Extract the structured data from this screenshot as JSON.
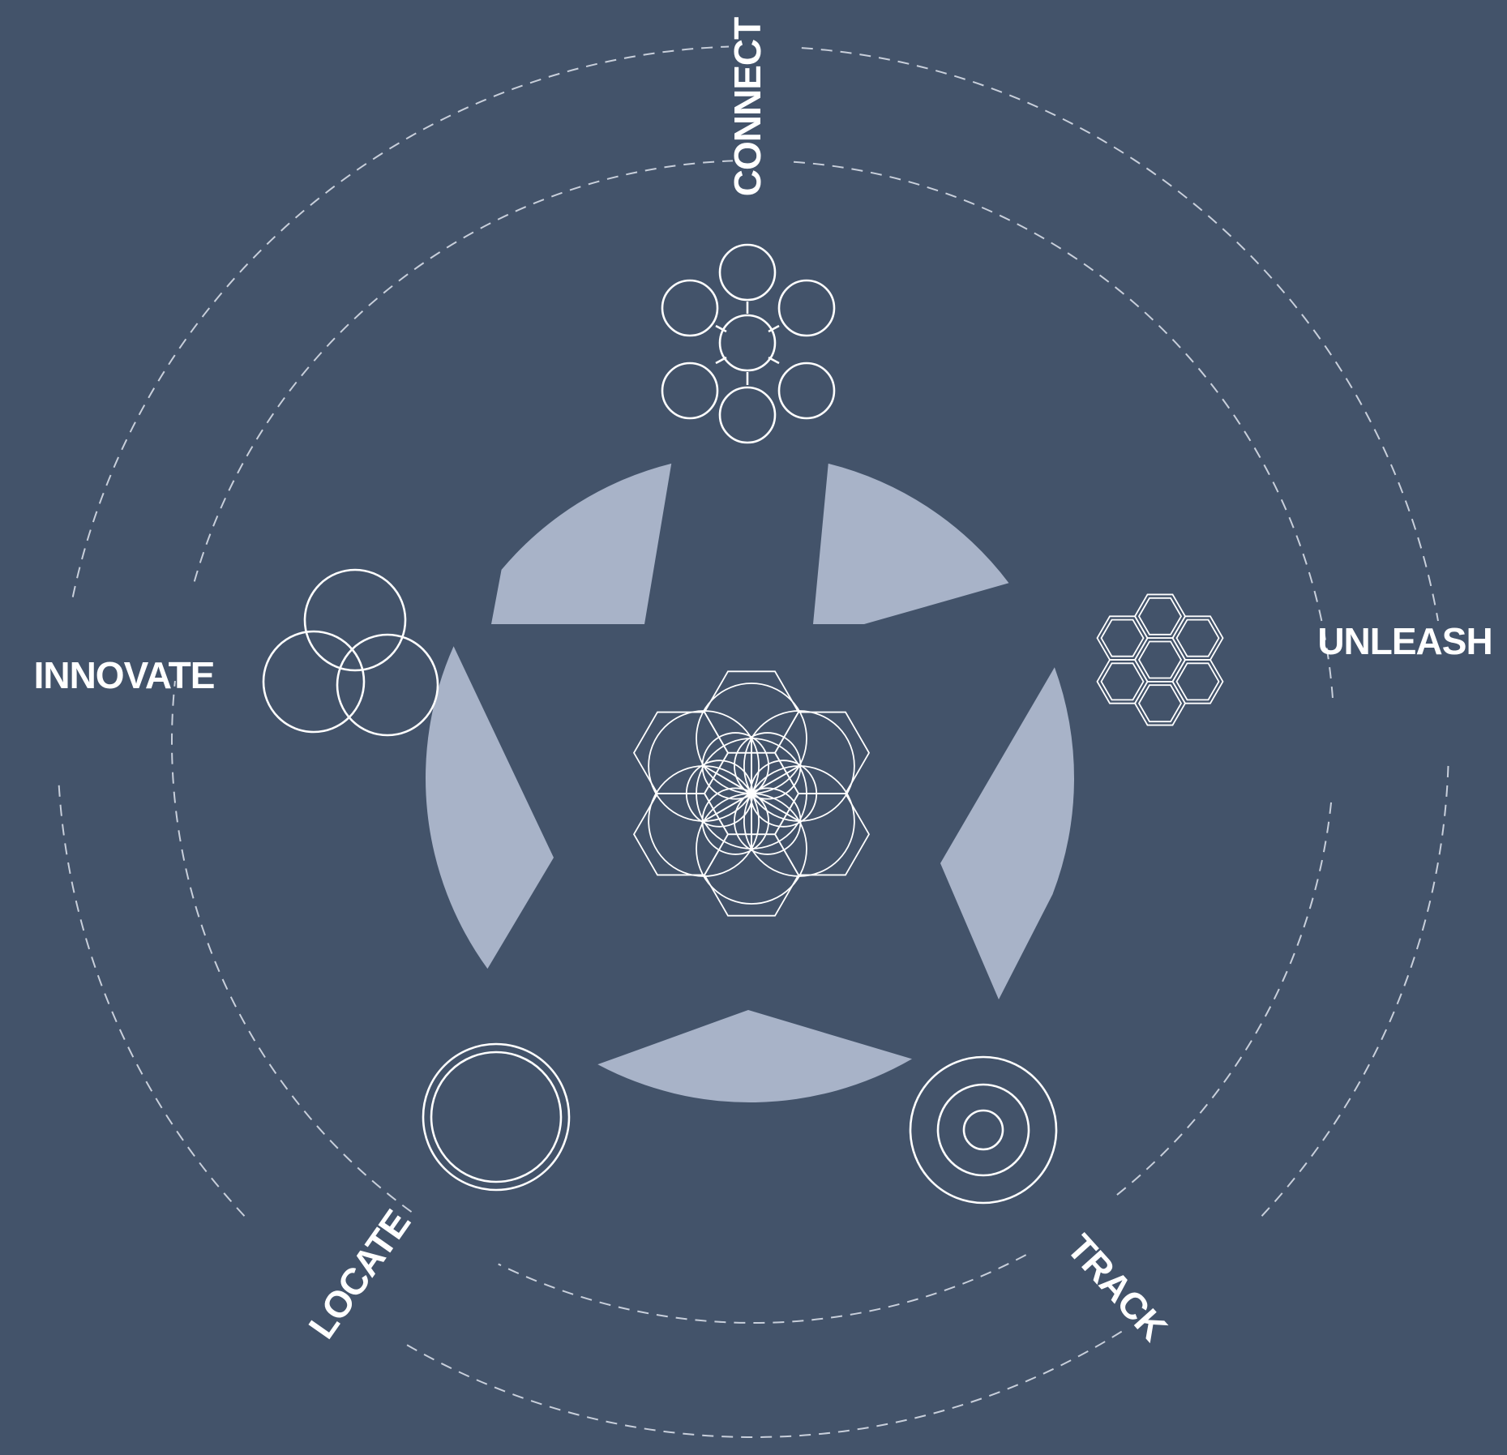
{
  "diagram": {
    "labels": {
      "connect": "CONNECT",
      "unleash": "UNLEASH",
      "innovate": "INNOVATE",
      "locate": "LOCATE",
      "track": "TRACK"
    },
    "colors": {
      "background": "#43536a",
      "segments": "#a8b3c8",
      "lines": "#ffffff",
      "dashed_rings": "#c8cfdb"
    },
    "icons": {
      "connect": "network-nodes-icon",
      "unleash": "hexagon-cluster-icon",
      "innovate": "three-overlapping-circles-icon",
      "locate": "double-ring-icon",
      "track": "concentric-target-icon",
      "center": "flower-of-life-icon"
    }
  }
}
